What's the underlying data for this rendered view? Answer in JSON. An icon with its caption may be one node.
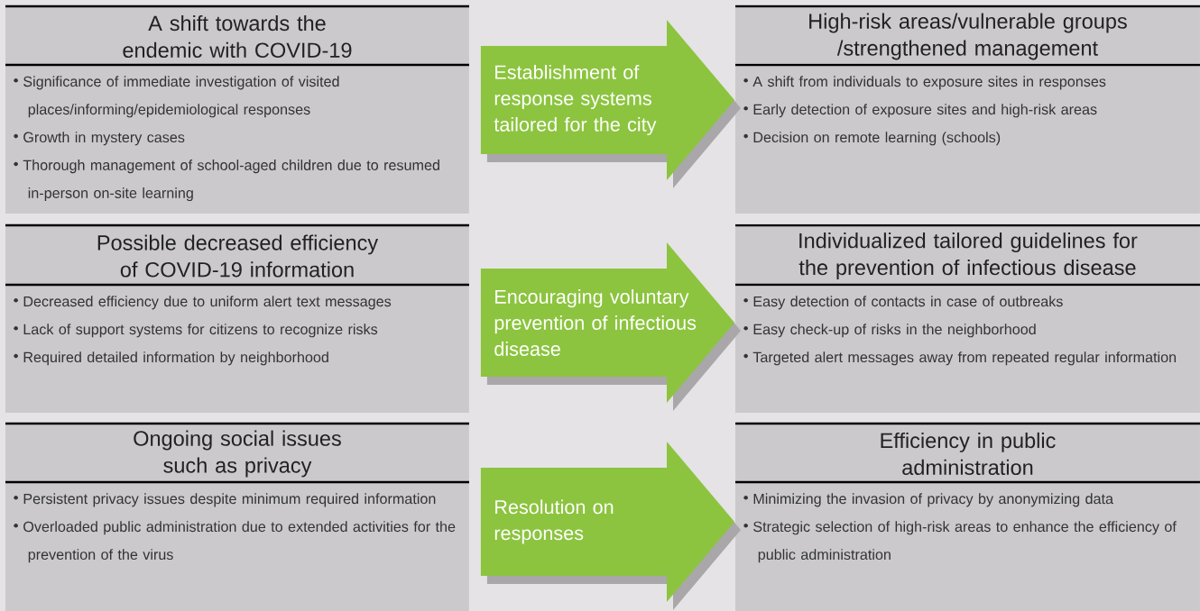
{
  "diagram": {
    "nodes": [
      {
        "text": [
          "A shift towards the endemic with COVID-19",
          "Significance of immediate investigation of visited places/informing/epidemiological responses",
          "Growth in mystery cases",
          "Thorough management of school-aged children due to resumed in-person on-site learning"
        ]
      },
      {
        "text": [
          "High-risk areas/vulnerable groups /strengthened management",
          "A shift from individuals to exposure sites in responses",
          "Early detection of exposure sites and high-risk areas",
          "Decision on remote learning (schools)"
        ]
      },
      {
        "text": [
          "Possible decreased efficiency of COVID-19 information",
          "Decreased efficiency due to uniform alert text messages",
          "Lack of support systems for citizens to recognize risks",
          "Required detailed information by neighborhood"
        ]
      },
      {
        "text": [
          "Individualized tailored guidelines for the prevention of infectious disease",
          "Easy detection of contacts in case of outbreaks",
          "Easy check-up of risks in the neighborhood",
          "Targeted alert messages away from repeated regular information"
        ]
      },
      {
        "text": [
          "Ongoing social issues such as privacy",
          "Persistent privacy issues despite minimum required information",
          "Overloaded public administration due to extended activities for the prevention of the virus"
        ]
      },
      {
        "text": [
          "Efficiency in public administration",
          "Minimizing the invasion of privacy by anonymizing data",
          "Strategic selection of high-risk areas to enhance the efficiency of public administration"
        ]
      }
    ],
    "edges": [
      {
        "from": 0,
        "to": 1,
        "arrow": "to",
        "label": "Establishment of response systems tailored for the city"
      },
      {
        "from": 2,
        "to": 3,
        "arrow": "to",
        "label": "Encouraging voluntary prevention of infectious disease"
      },
      {
        "from": 4,
        "to": 5,
        "arrow": "to",
        "label": "Resolution on responses"
      }
    ]
  }
}
